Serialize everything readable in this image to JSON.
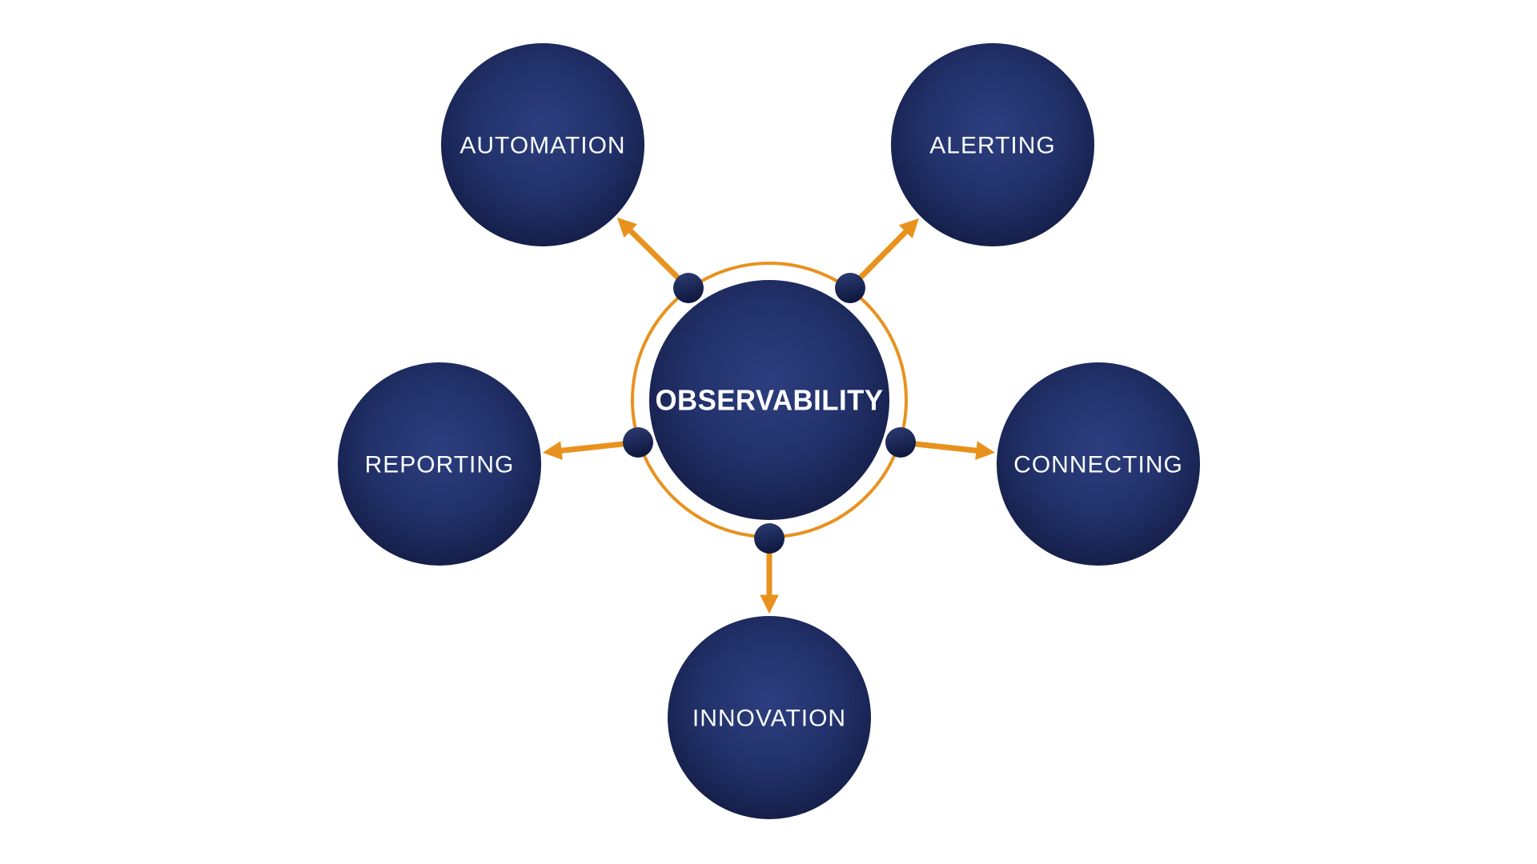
{
  "page": {
    "background": "#FFFFFF"
  },
  "diagram": {
    "type": "hub-and-spoke",
    "center": {
      "label": "OBSERVABILITY"
    },
    "nodes": [
      {
        "id": "automation",
        "label": "AUTOMATION",
        "position": "top-left"
      },
      {
        "id": "alerting",
        "label": "ALERTING",
        "position": "top-right"
      },
      {
        "id": "reporting",
        "label": "REPORTING",
        "position": "left"
      },
      {
        "id": "connecting",
        "label": "CONNECTING",
        "position": "right"
      },
      {
        "id": "innovation",
        "label": "INNOVATION",
        "position": "bottom"
      }
    ],
    "colors": {
      "accent": "#E8921E",
      "node_gradient_light": "#2C3E7E",
      "node_gradient_mid": "#22316A",
      "node_gradient_dark": "#131C44",
      "dot_gradient_light": "#2D3C74",
      "dot_gradient_dark": "#0F1940",
      "label_text": "#FFFFFF"
    }
  }
}
